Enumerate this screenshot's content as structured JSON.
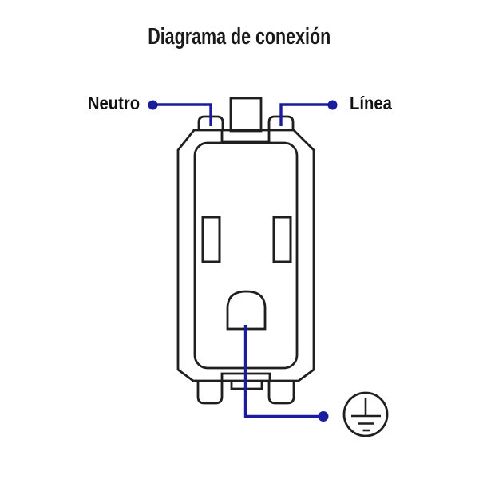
{
  "title": "Diagrama de conexión",
  "labels": {
    "neutral": "Neutro",
    "line": "Línea"
  },
  "icons": {
    "ground": "earth-ground-symbol"
  },
  "colors": {
    "wire": "#1c1c9e",
    "outline": "#1f1f1f",
    "text": "#1a1a1a",
    "background": "#ffffff"
  }
}
